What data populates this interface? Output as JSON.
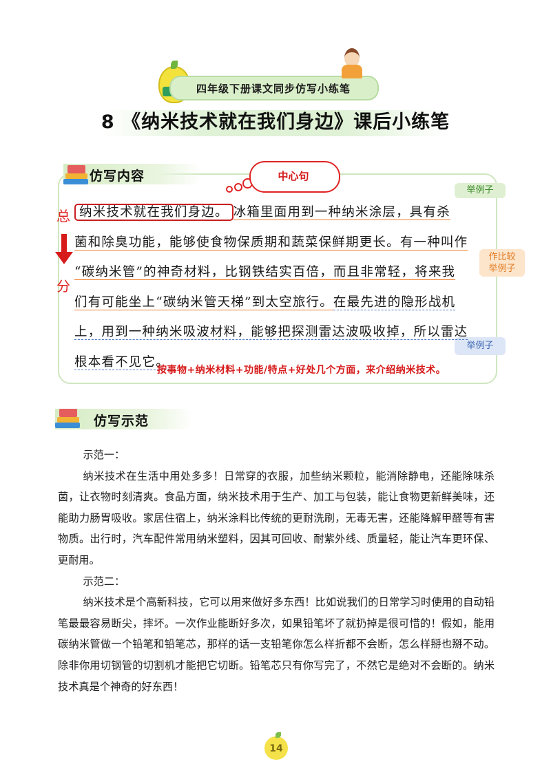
{
  "header": {
    "banner": "四年级下册课文同步仿写小练笔",
    "title": "8 《纳米技术就在我们身边》课后小练笔"
  },
  "section1": {
    "heading": "仿写内容",
    "cloud_label": "中心句",
    "side_top": "总",
    "side_bottom": "分",
    "tags": {
      "top": "举例子",
      "middle_line1": "作比较",
      "middle_line2": "举例子",
      "bottom": "举例子"
    },
    "passage": {
      "l1_central": "纳米技术就在我们身边。",
      "l1_rest": "冰箱里面用到一种纳米涂层，具有杀",
      "l2_a": "菌和除臭功能，能够使食物保质期和蔬菜保鲜期更长。",
      "l2_b": "有一种叫作",
      "l3": "“碳纳米管”的神奇材料，比钢铁结实百倍，而且非常轻，将来我",
      "l4_a": "们有可能坐上“碳纳米管天梯”到太空旅行。",
      "l4_b": "在最先进的隐形战机",
      "l5": "上，用到一种纳米吸波材料，能够把探测雷达波吸收掉，所以雷达",
      "l6": "根本看不见它。"
    },
    "summary": "按事物+纳米材料+功能/特点+好处几个方面，来介绍纳米技术。"
  },
  "section2": {
    "heading": "仿写示范",
    "example1_label": "示范一：",
    "example1_text": "纳米技术在生活中用处多多！日常穿的衣服，加些纳米颗粒，能消除静电，还能除味杀菌，让衣物时刻清爽。食品方面，纳米技术用于生产、加工与包装，能让食物更新鲜美味，还能助力肠胃吸收。家居住宿上，纳米涂料比传统的更耐洗刷，无毒无害，还能降解甲醛等有害物质。出行时，汽车配件常用纳米塑料，因其可回收、耐紫外线、质量轻，能让汽车更环保、更耐用。",
    "example2_label": "示范二：",
    "example2_text": "纳米技术是个高新科技，它可以用来做好多东西！比如说我们的日常学习时使用的自动铅笔最最容易断尖，摔坏。一次作业能断好多次，如果铅笔坏了就扔掉是很可惜的！假如，能用碳纳米管做一个铅笔和铅笔芯，那样的话一支铅笔你怎么样折都不会断，怎么样掰也掰不动。除非你用切钢管的切割机才能把它切断。铅笔芯只有你写完了，不然它是绝对不会断的。纳米技术真是个神奇的好东西！"
  },
  "page_number": "14"
}
